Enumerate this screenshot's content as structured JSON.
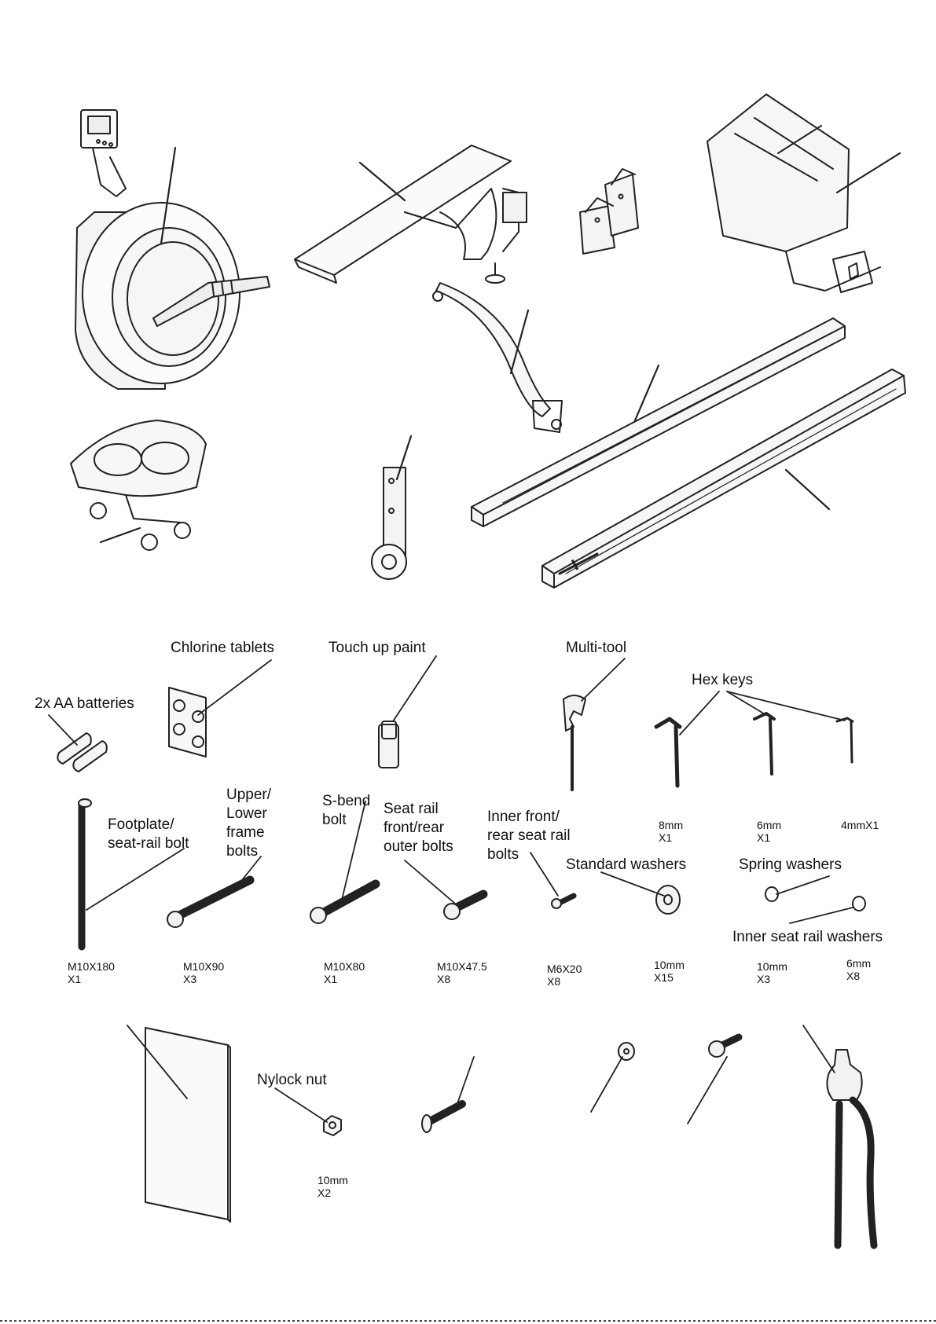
{
  "labels": {
    "chlorine": "Chlorine tablets",
    "paint": "Touch up paint",
    "multitool": "Multi-tool",
    "hexkeys": "Hex keys",
    "batteries": "2x AA batteries",
    "upper_lower": [
      "Upper/",
      "Lower",
      "frame",
      "bolts"
    ],
    "footplate": [
      "Footplate/",
      "seat-rail bolt"
    ],
    "sbend": [
      "S-bend",
      "bolt"
    ],
    "seatrail_outer": [
      "Seat rail",
      "front/rear",
      "outer bolts"
    ],
    "inner_front": [
      "Inner front/",
      "rear seat rail",
      "bolts"
    ],
    "std_washers": "Standard washers",
    "spring_washers": "Spring washers",
    "inner_washers": "Inner seat rail washers",
    "nylock": "Nylock nut"
  },
  "specs": {
    "hex8": [
      "8mm",
      "X1"
    ],
    "hex6": [
      "6mm",
      "X1"
    ],
    "hex4": [
      "4mmX1"
    ],
    "bolt180": [
      "M10X180",
      "X1"
    ],
    "bolt90": [
      "M10X90",
      "X3"
    ],
    "bolt80": [
      "M10X80",
      "X1"
    ],
    "bolt47": [
      "M10X47.5",
      "X8"
    ],
    "bolt20": [
      "M6X20",
      "X8"
    ],
    "stdwash": [
      "10mm",
      "X15"
    ],
    "springwash": [
      "10mm",
      "X3"
    ],
    "innerwash": [
      "6mm",
      "X8"
    ],
    "nut": [
      "10mm",
      "X2"
    ]
  }
}
